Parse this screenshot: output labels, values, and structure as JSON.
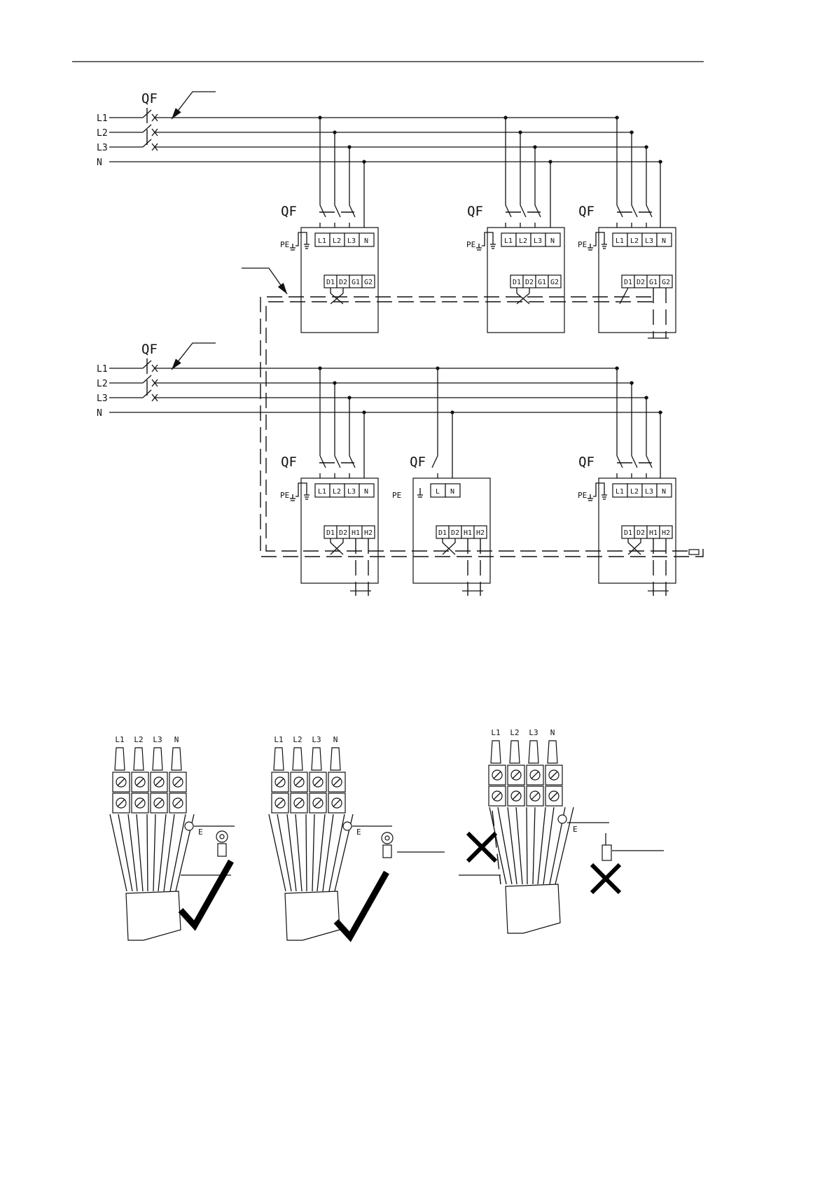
{
  "phase_labels": [
    "L1",
    "L2",
    "L3",
    "N"
  ],
  "breaker_label": "QF",
  "pe_label": "PE",
  "comm_terminals": [
    "D1",
    "D2",
    "G1",
    "G2"
  ],
  "heater_terminals": [
    "D1",
    "D2",
    "H1",
    "H2"
  ],
  "single_phase_terminals": [
    "L",
    "N"
  ],
  "wiring_earth_label": "E",
  "wiring_illustrations": [
    {
      "verdict": "correct",
      "mark": "check-mark"
    },
    {
      "verdict": "correct",
      "mark": "check-mark"
    },
    {
      "verdict": "incorrect",
      "mark": "cross-mark"
    }
  ]
}
